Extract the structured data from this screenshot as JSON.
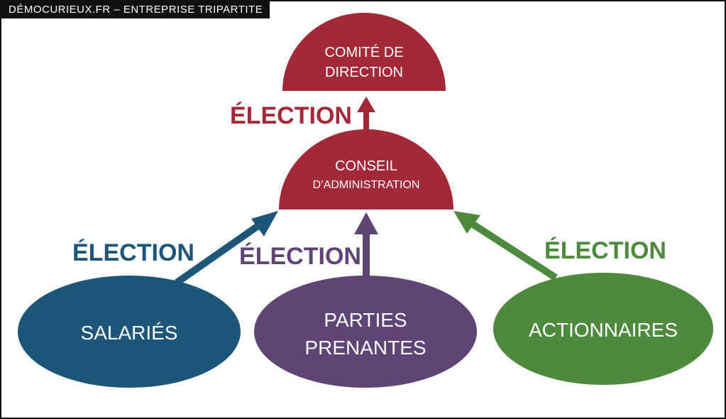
{
  "header": {
    "title": "DÉMOCURIEUX.FR – ENTREPRISE TRIPARTITE"
  },
  "colors": {
    "red": "#A32838",
    "blue": "#1E5679",
    "purple": "#5E4576",
    "green": "#4E8A3E",
    "white": "#FFFFFF"
  },
  "diagram": {
    "comite": {
      "line1": "COMITÉ DE",
      "line2": "DIRECTION"
    },
    "conseil": {
      "line1": "CONSEIL",
      "line2": "D’ADMINISTRATION"
    },
    "salaries": {
      "label": "SALARIÉS"
    },
    "parties": {
      "line1": "PARTIES",
      "line2": "PRENANTES"
    },
    "actionnaires": {
      "label": "ACTIONNAIRES"
    },
    "elections": {
      "top": "ÉLECTION",
      "left": "ÉLECTION",
      "middle": "ÉLECTION",
      "right": "ÉLECTION"
    }
  }
}
